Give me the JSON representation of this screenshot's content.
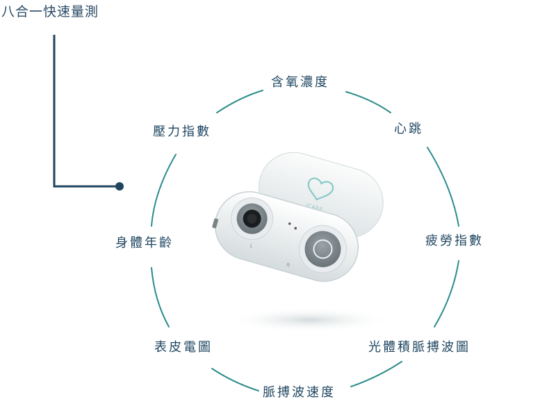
{
  "title": "八合一快速量測",
  "colors": {
    "teal": "#2c8c8c",
    "navy": "#1f4660"
  },
  "metrics": [
    {
      "label": "含氧濃度"
    },
    {
      "label": "心跳"
    },
    {
      "label": "疲勞指數"
    },
    {
      "label": "光體積脈搏波圖"
    },
    {
      "label": "脈搏波速度"
    },
    {
      "label": "表皮電圖"
    },
    {
      "label": "身體年齡"
    },
    {
      "label": "壓力指數"
    }
  ],
  "device": {
    "brand": "iCARE",
    "left_marker": "L",
    "right_marker": "R"
  }
}
